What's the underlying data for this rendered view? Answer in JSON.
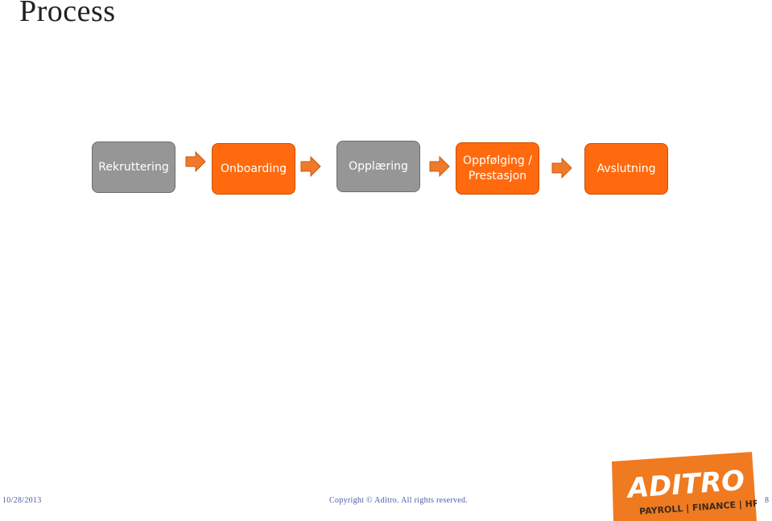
{
  "slide": {
    "title": "Process"
  },
  "process": {
    "steps": [
      {
        "label": "Rekruttering"
      },
      {
        "label": "Onboarding"
      },
      {
        "label": "Opplæring"
      },
      {
        "label": "Oppfølging / Prestasjon"
      },
      {
        "label": "Avslutning"
      }
    ]
  },
  "colors": {
    "grey_step": "#969696",
    "orange_step": "#ff6a0e",
    "arrow": "#f07a2a",
    "footer_text": "#4b5aa6"
  },
  "footer": {
    "date": "10/28/2013",
    "copyright": "Copyright © Aditro. All rights reserved.",
    "page": "8"
  },
  "logo": {
    "brand": "ADITRO",
    "tagline": "PAYROLL | FINANCE | HR"
  }
}
